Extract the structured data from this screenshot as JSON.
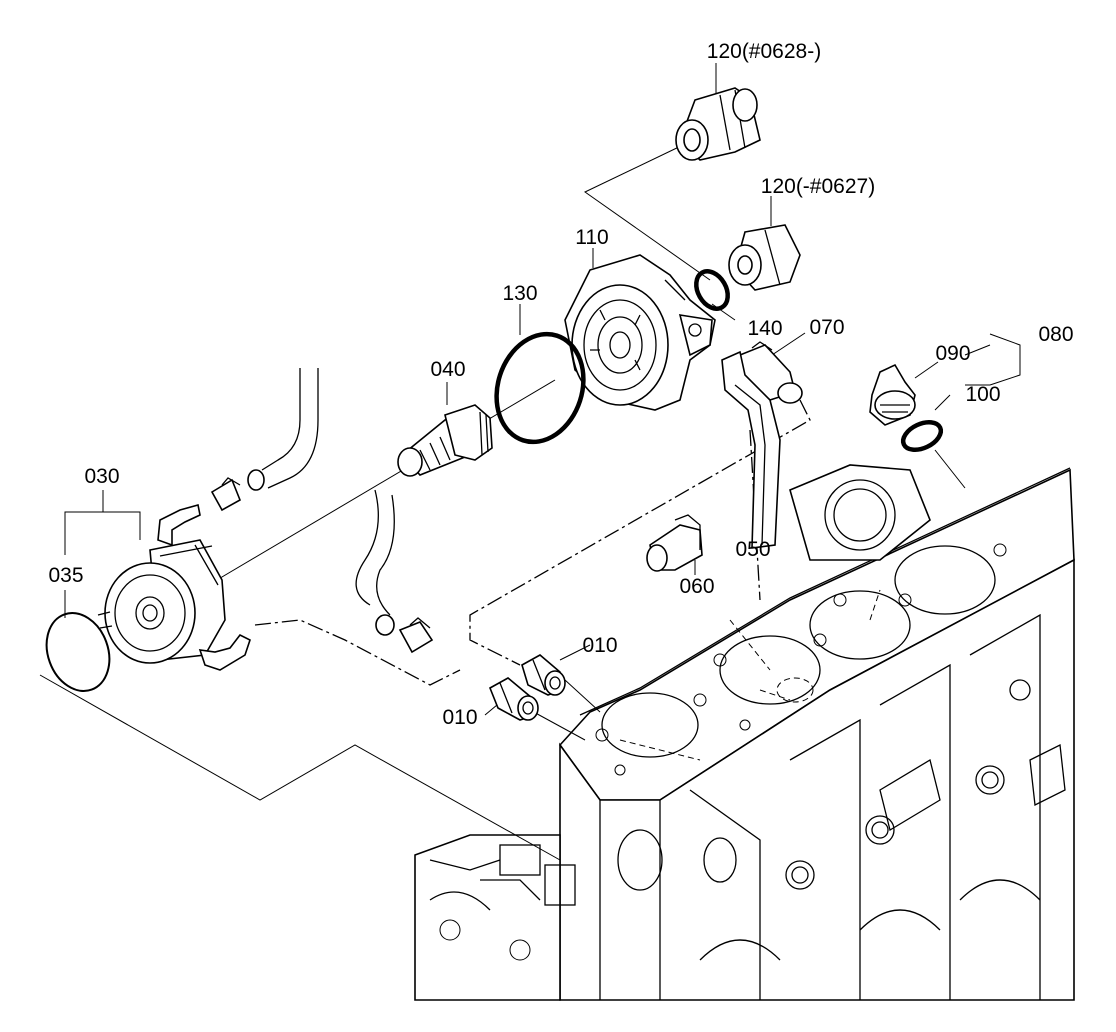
{
  "labels": {
    "p120_new": "120(#0628-)",
    "p120_old": "120(-#0627)",
    "p110": "110",
    "p130": "130",
    "p140": "140",
    "p070": "070",
    "p040": "040",
    "p090": "090",
    "p080": "080",
    "p100": "100",
    "p030": "030",
    "p035": "035",
    "p050": "050",
    "p060": "060",
    "p010_upper": "010",
    "p010_lower": "010"
  }
}
